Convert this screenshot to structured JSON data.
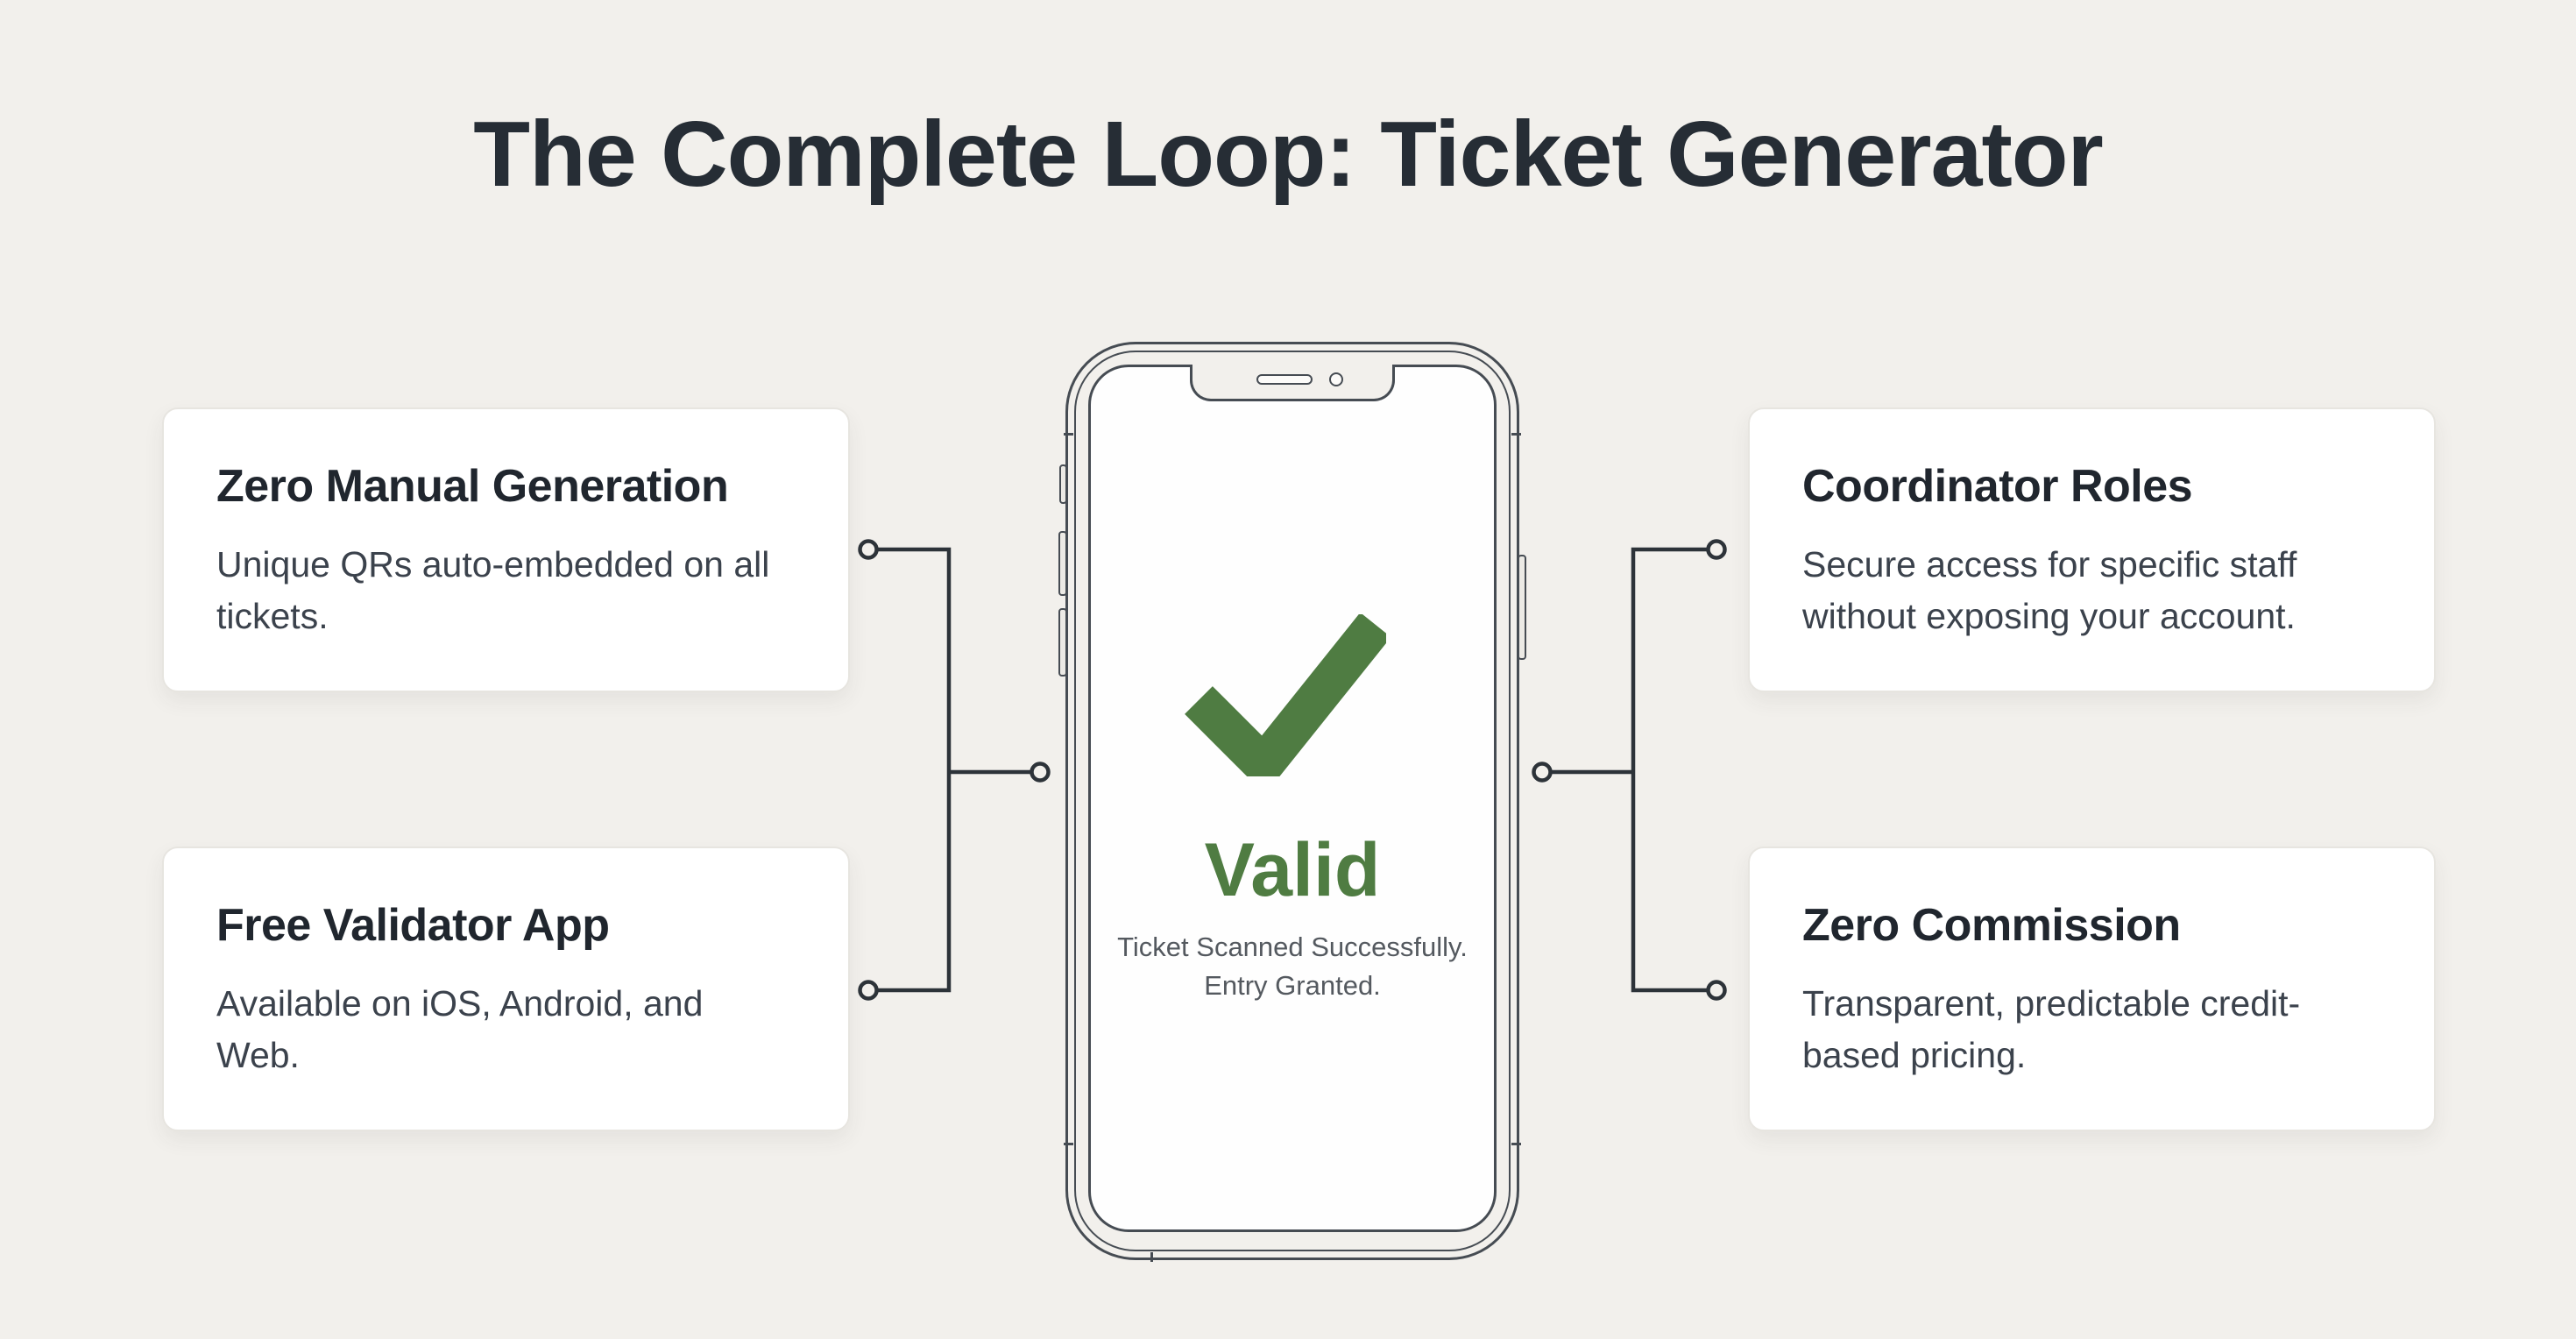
{
  "title": "The Complete Loop: Ticket Generator",
  "cards": [
    {
      "heading": "Zero Manual Generation",
      "body": "Unique QRs auto-embedded on all tickets."
    },
    {
      "heading": "Free Validator App",
      "body": "Available on iOS, Android, and Web."
    },
    {
      "heading": "Coordinator Roles",
      "body": "Secure access for specific staff without exposing your account."
    },
    {
      "heading": "Zero Commission",
      "body": "Transparent, predictable credit-based pricing."
    }
  ],
  "phone": {
    "icon": "checkmark-icon",
    "status_label": "Valid",
    "message_line1": "Ticket Scanned Successfully.",
    "message_line2": "Entry Granted."
  },
  "colors": {
    "background": "#f2f0ec",
    "card_background": "#ffffff",
    "card_border": "#e7e5e0",
    "title_text": "#262d35",
    "heading_text": "#20262e",
    "body_text": "#3b424c",
    "muted_text": "#54595f",
    "success_green": "#4f7c42",
    "outline": "#464c53",
    "connector": "#2d3339"
  }
}
